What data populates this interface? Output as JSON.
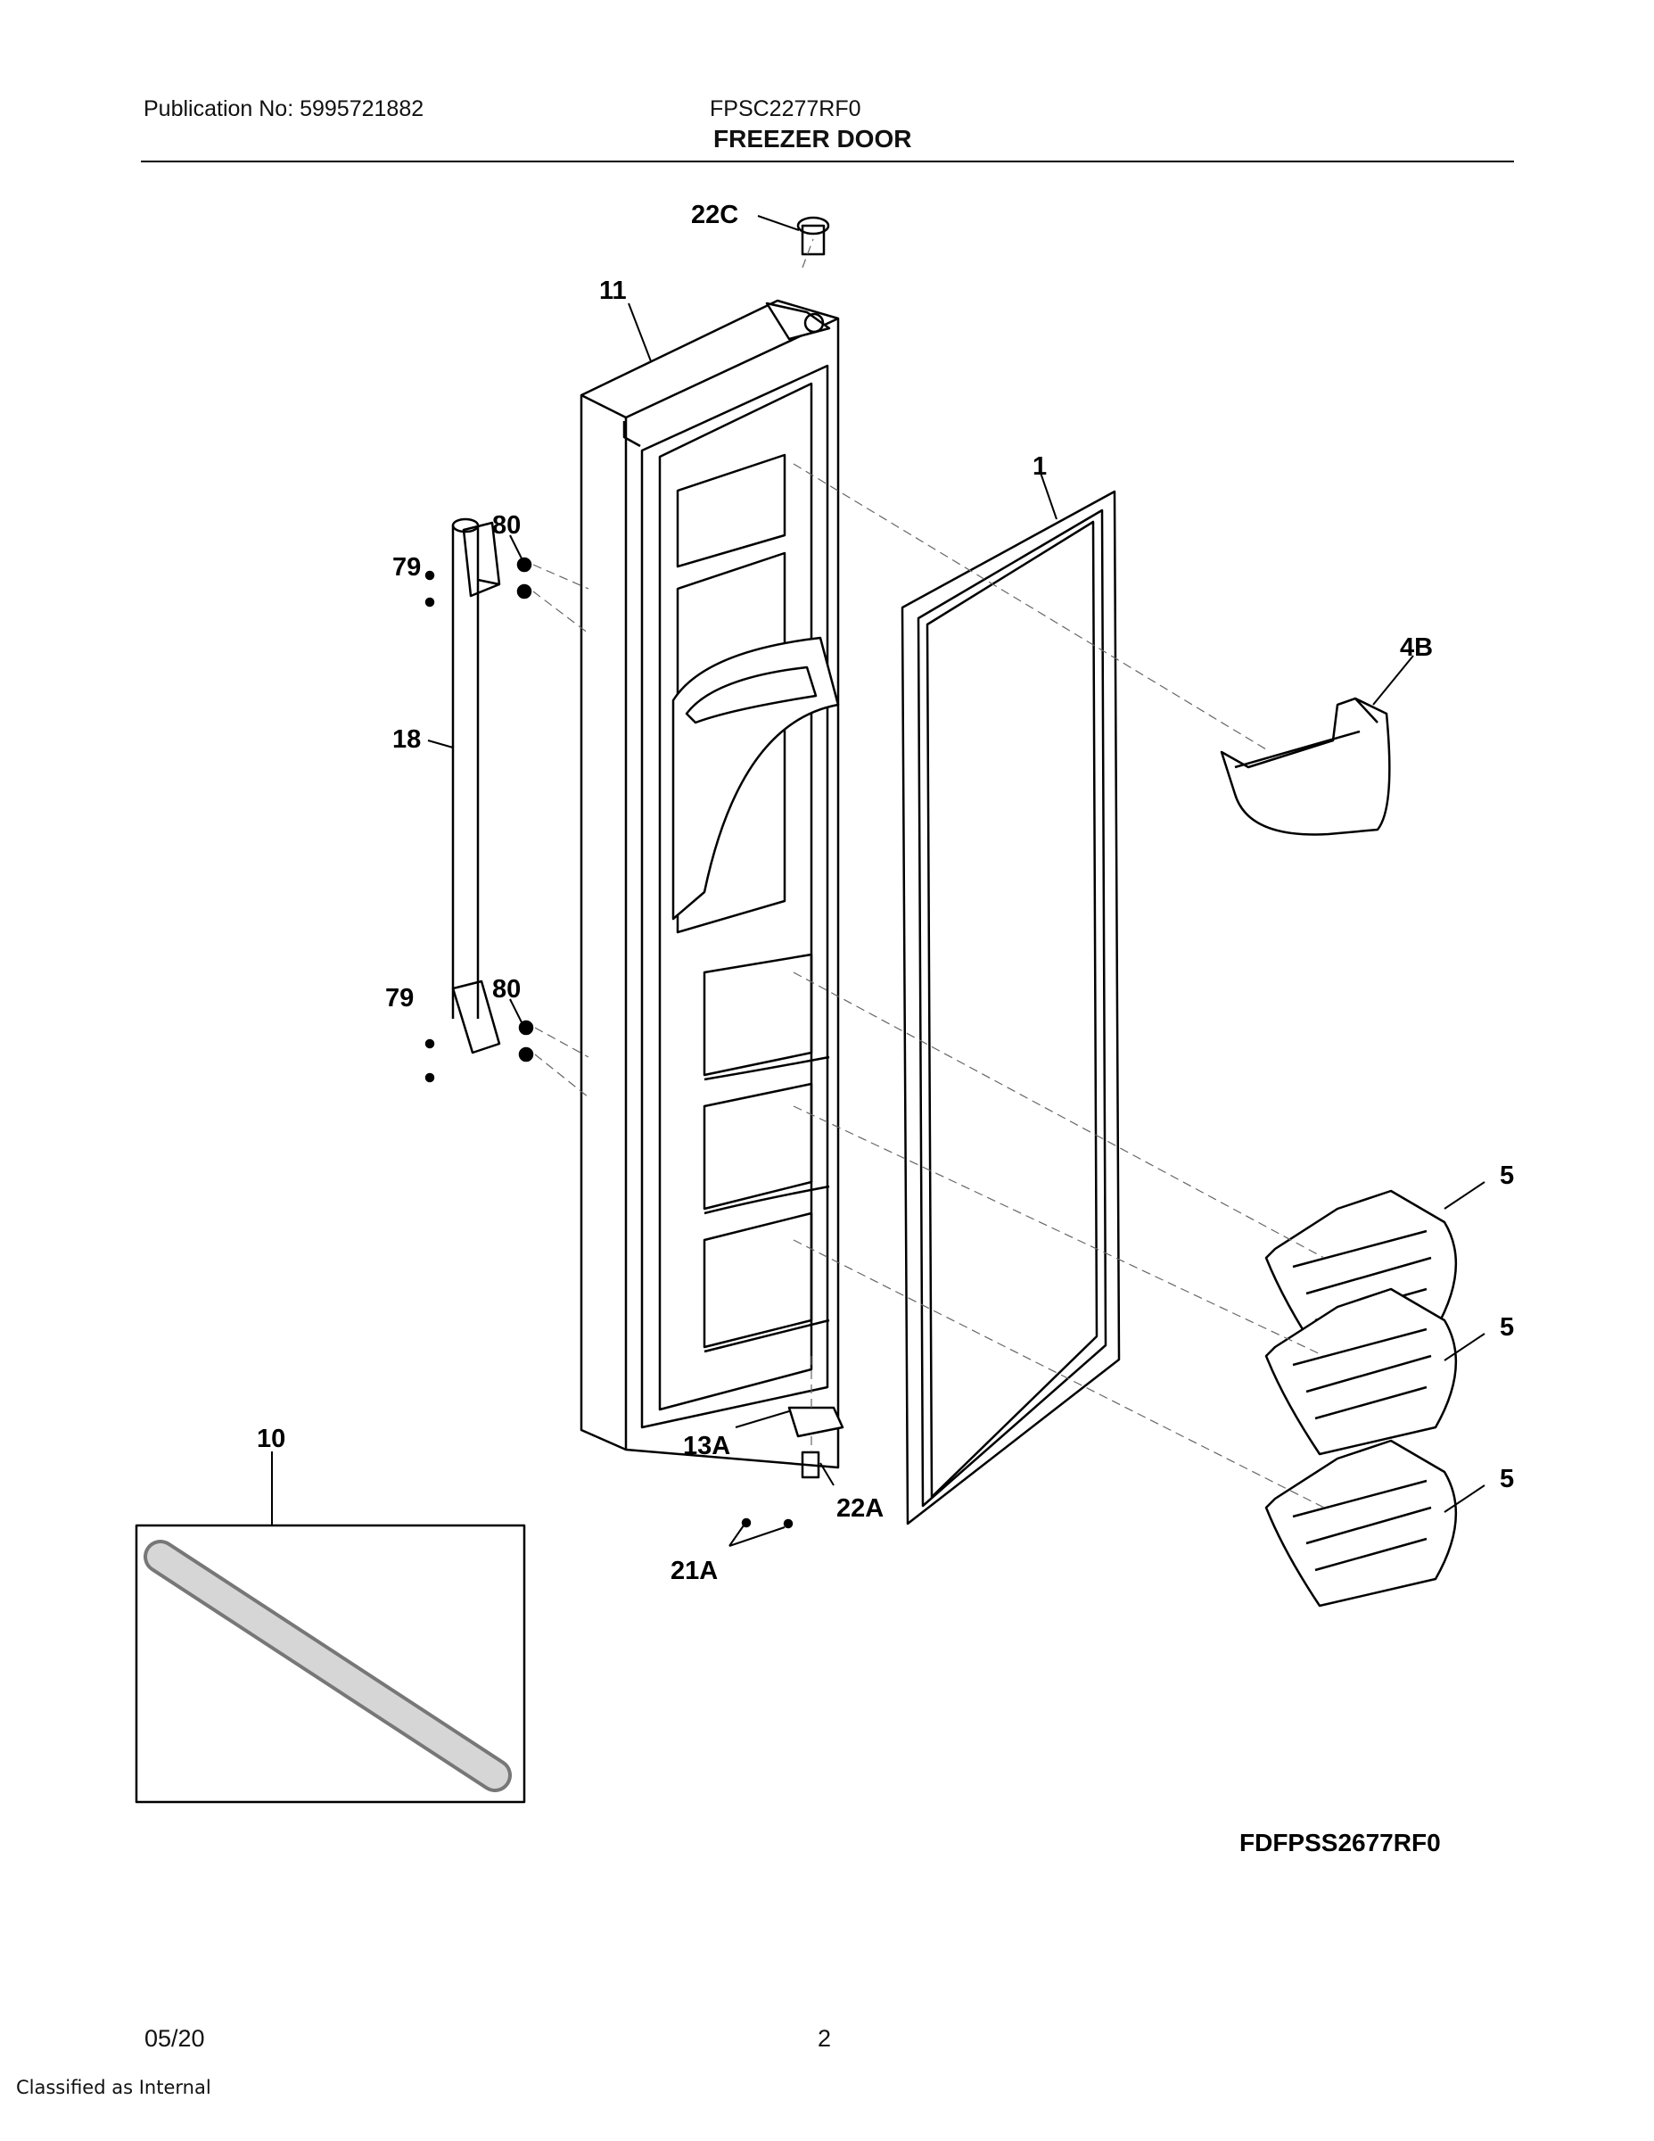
{
  "header": {
    "publication": "Publication No: 5995721882",
    "model": "FPSC2277RF0",
    "section_title": "FREEZER DOOR"
  },
  "callouts": {
    "c22C": "22C",
    "c11": "11",
    "c1": "1",
    "c80a": "80",
    "c79a": "79",
    "c4B": "4B",
    "c18": "18",
    "c79b": "79",
    "c80b": "80",
    "c5a": "5",
    "c5b": "5",
    "c5c": "5",
    "c10": "10",
    "c13A": "13A",
    "c22A": "22A",
    "c21A": "21A"
  },
  "drawing_id": "FDFPSS2677RF0",
  "footer": {
    "date": "05/20",
    "page": "2",
    "classification": "Classified as Internal"
  }
}
